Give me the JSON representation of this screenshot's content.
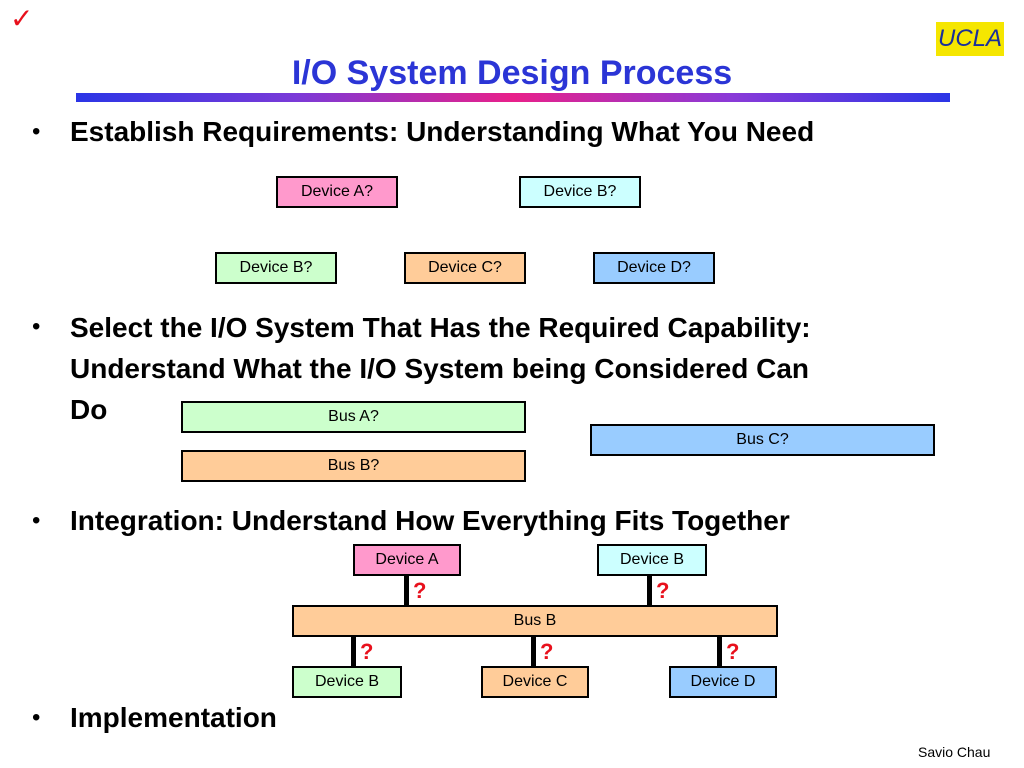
{
  "slide": {
    "title": "I/O System Design Process",
    "check_mark": "✓",
    "logo_text": "UCLA",
    "footer": "Savio Chau"
  },
  "bullets": [
    {
      "marker": "•",
      "text": "Establish Requirements: Understanding What You Need"
    },
    {
      "marker": "•",
      "lines": [
        "Select the I/O System That Has the Required Capability:",
        "Understand What the I/O System being Considered Can",
        "Do"
      ]
    },
    {
      "marker": "•",
      "text": "Integration: Understand How Everything Fits Together"
    },
    {
      "marker": "•",
      "text": "Implementation"
    }
  ],
  "requirements_devices": [
    "Device A?",
    "Device B?",
    "Device B?",
    "Device C?",
    "Device D?"
  ],
  "candidate_buses": [
    "Bus A?",
    "Bus B?",
    "Bus C?"
  ],
  "integration": {
    "top_devices": [
      "Device A",
      "Device B"
    ],
    "bus": "Bus B",
    "bottom_devices": [
      "Device B",
      "Device C",
      "Device D"
    ],
    "question_mark": "?"
  },
  "colors": {
    "title": "#2b35d6",
    "question": "#e8101c",
    "pink": "#ff99cc",
    "cyan": "#ccffff",
    "green": "#ccffcc",
    "orange": "#ffcc99",
    "blue": "#99ccff"
  }
}
